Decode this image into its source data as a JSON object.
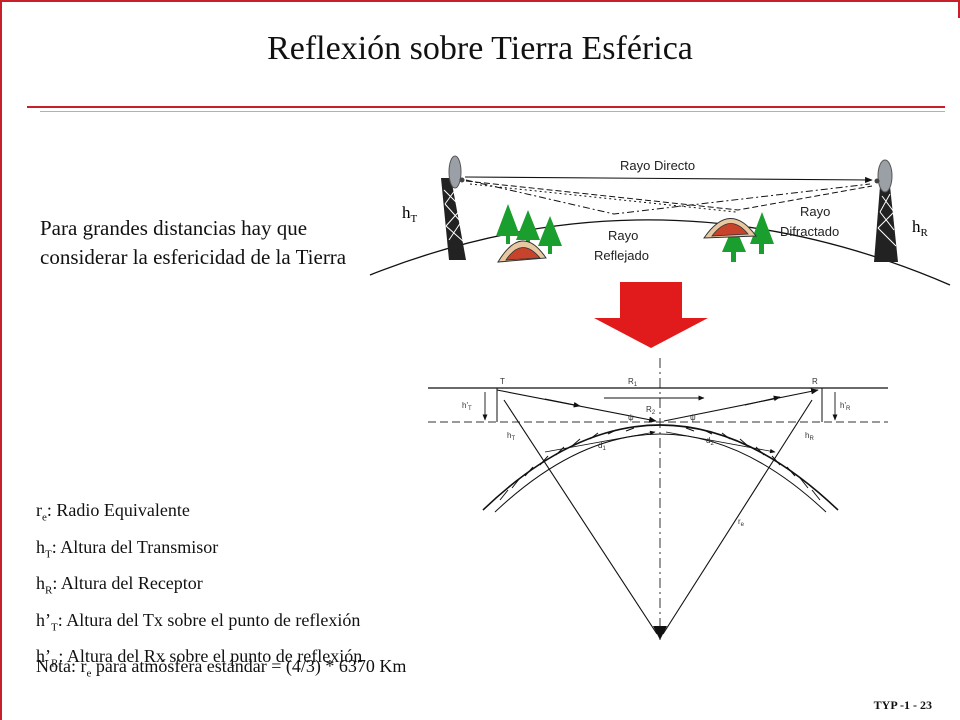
{
  "title": "Reflexión sobre Tierra Esférica",
  "intro": "Para grandes distancias hay que considerar la esfericidad de la Tierra",
  "top_diagram": {
    "rayo_directo": "Rayo Directo",
    "rayo_reflejado": [
      "Rayo",
      "Reflejado"
    ],
    "rayo_difractado": [
      "Rayo",
      "Difractado"
    ],
    "hT": {
      "main": "h",
      "sub": "T"
    },
    "hR": {
      "main": "h",
      "sub": "R"
    }
  },
  "geometry_labels": {
    "T": "T",
    "R": "R",
    "R1": "R",
    "R1_sub": "1",
    "R2": "R",
    "R2_sub": "2",
    "hpT": "h'",
    "hpT_sub": "T",
    "hpR": "h'",
    "hpR_sub": "R",
    "hT": "h",
    "hT_sub": "T",
    "hR": "h",
    "hR_sub": "R",
    "d1": "d",
    "d1_sub": "1",
    "d2": "d",
    "d2_sub": "2",
    "re": "r",
    "re_sub": "e",
    "psi": "ψ"
  },
  "legend": [
    {
      "main": "r",
      "sub": "e",
      "text": ": Radio Equivalente"
    },
    {
      "main": "h",
      "sub": "T",
      "text": ": Altura del Transmisor"
    },
    {
      "main": "h",
      "sub": "R",
      "text": ": Altura del Receptor"
    },
    {
      "main": "h’",
      "sub": "T",
      "text": ": Altura del Tx sobre el punto de reflexión"
    },
    {
      "main": "h’",
      "sub": "R",
      "text": ": Altura del Rx sobre el punto de reflexión"
    }
  ],
  "note": {
    "prefix": "Nota: r",
    "sub": "e",
    "suffix": " para atmósfera estándar = (4/3) * 6370 Km"
  },
  "footer": "TYP -1 - 23",
  "colors": {
    "accent": "#c8202a",
    "arrow": "#e11b1b",
    "tree": "#1a9e2e",
    "tent": "#c8432b"
  }
}
